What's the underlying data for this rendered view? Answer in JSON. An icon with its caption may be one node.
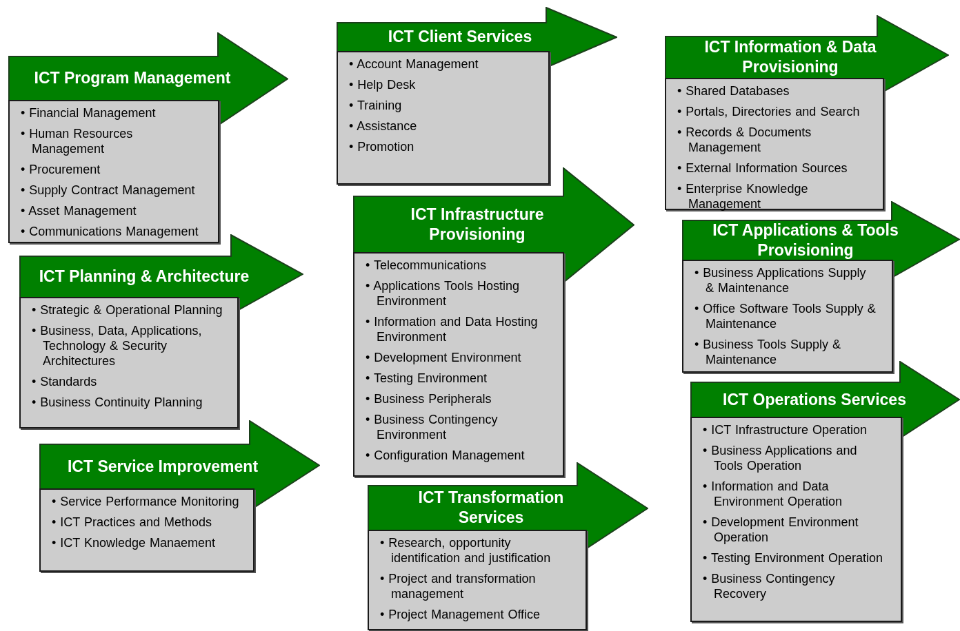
{
  "diagram": {
    "nodes": [
      {
        "text": [
          "ICT Program Management",
          "• Financial Management",
          "• Human Resources Management",
          "• Procurement",
          "• Supply Contract Management",
          "• Asset Management",
          "• Communications Management"
        ]
      },
      {
        "text": [
          "ICT Client Services",
          "• Account Management",
          "• Help Desk",
          "• Training",
          "• Assistance",
          "• Promotion"
        ]
      },
      {
        "text": [
          "ICT Information & Data Provisioning",
          "• Shared Databases",
          "• Portals, Directories and Search",
          "• Records & Documents Management",
          "• External Information Sources",
          "• Enterprise Knowledge Management"
        ]
      },
      {
        "text": [
          "ICT Planning & Architecture",
          "• Strategic & Operational Planning",
          "• Business, Data, Applications, Technology & Security Architectures",
          "• Standards",
          "• Business Continuity Planning"
        ]
      },
      {
        "text": [
          "ICT Infrastructure Provisioning",
          "• Telecommunications",
          "• Applications Tools Hosting Environment",
          "• Information and Data Hosting Environment",
          "• Development Environment",
          "• Testing Environment",
          "• Business Peripherals",
          "• Business Contingency Environment",
          "• Configuration Management"
        ]
      },
      {
        "text": [
          "ICT Applications & Tools Provisioning",
          "• Business Applications Supply & Maintenance",
          "• Office Software Tools Supply & Maintenance",
          "• Business Tools Supply & Maintenance"
        ]
      },
      {
        "text": [
          "ICT Service Improvement",
          "• Service Performance Monitoring",
          "• ICT Practices and Methods",
          "• ICT Knowledge Manaement"
        ]
      },
      {
        "text": [
          "ICT Transformation Services",
          "• Research, opportunity identification and justification",
          "• Project and transformation management",
          "• Project Management Office"
        ]
      },
      {
        "text": [
          "ICT Operations Services",
          "• ICT Infrastructure Operation",
          "• Business Applications and Tools Operation",
          "• Information and Data Environment Operation",
          "• Development Environment Operation",
          "• Testing Environment Operation",
          "• Business Contingency Recovery"
        ]
      }
    ]
  }
}
